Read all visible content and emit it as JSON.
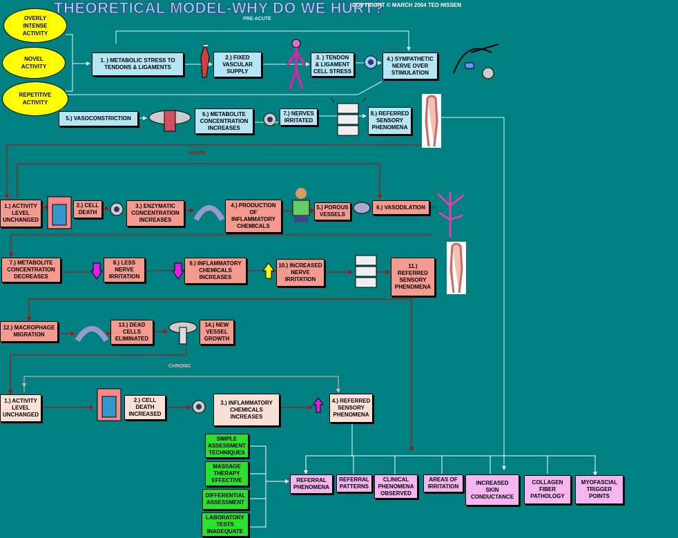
{
  "title": "THEORETICAL MODEL-WHY DO WE HURT?",
  "copyright": "COPYRIGHT © MARCH 2004 TED NISSEN",
  "stages": {
    "preacute": "PRE-ACUTE",
    "acute": "ACUTE",
    "chronic": "CHRONIC"
  },
  "causes": [
    "OVERLY\nINTENSE\nACTIVITY",
    "NOVEL\nACTIVITY",
    "REPETITIVE\nACTIVITY"
  ],
  "preacute": {
    "b1": "1. ) METABOLIC STRESS TO\nTENDONS & LIGAMENTS",
    "b2": "2.) FIXED\nVASCULAR\nSUPPLY",
    "b3": "3. ) TENDON\n& LIGAMENT\nCELL STRESS",
    "b4": "4.) SYMPATHETIC\nNERVE OVER\nSTIMULATION",
    "b5": "5.) VASOCONSTRICTION",
    "b6": "6.) METABOLITE\nCONCENTRATION\nINCREASES",
    "b7": "7.) NERVES\nIRRITATED",
    "b8": "8.) REFERRED\nSENSORY\nPHENOMENA"
  },
  "acute": {
    "b1": "1.) ACTIVITY\nLEVEL\nUNCHANGED",
    "b2": "2.) CELL\nDEATH",
    "b3": "3.) ENZYMATIC\nCONCENTRATION\nINCREASES",
    "b4": "4.) PRODUCTION\nOF\nINFLAMMATORY\nCHEMICALS",
    "b5": "5.) POROUS\nVESSELS",
    "b6": "6.) VASODILATION",
    "b7": "7.) METABOLITE\nCONCENTRATION\nDECREASES",
    "b8": "8.) LESS\nNERVE\nIRRITATION",
    "b9": "9.) INFLAMMATORY\nCHEMICALS\nINCREASES",
    "b10": "10.) INCREASED\nNERVE\nIRRITATION",
    "b11": "11.)\nREFERRED\nSENSORY\nPHENOMENA",
    "b12": "12.) MACROPHAGE\nMIGRATION",
    "b13": "13.) DEAD\nCELLS\nELIMINATED",
    "b14": "14.) NEW\nVESSEL\nGROWTH"
  },
  "chronic": {
    "b1": "1.) ACTIVITY\nLEVEL\nUNCHANGED",
    "b2": "2.) CELL\nDEATH\nINCREASED",
    "b3": "3.) INFLAMMATORY\nCHEMICALS\nINCREASES",
    "b4": "4.) REFERRED\nSENSORY\nPHENOMENA"
  },
  "assessment": {
    "a1": "SIMPLE\nASSESSMENT\nTECHNIQUES",
    "a2": "MASSAGE\nTHERAPY\nEFFECTIVE",
    "a3": "DIFFERENTIAL\nASSESSMENT",
    "a4": "LABORATORY\nTESTS\nINADEQUATE"
  },
  "outcomes": {
    "o1": "REFERRAL\nPHENOMENA",
    "o2": "REFERRAL\nPATTERNS",
    "o3": "CLINICAL\nPHENOMENA\nOBSERVED",
    "o4": "AREAS OF\nIRRITATION",
    "o5": "INCREASED\nSKIN\nCONDUCTANCE",
    "o6": "COLLAGEN\nFIBER\nPATHOLOGY",
    "o7": "MYOFASCIAL\nTRIGGER\nPOINTS"
  },
  "colors": {
    "background": "#008080",
    "preacute": "#b5e6f6",
    "acute": "#f59a8f",
    "chronic": "#fbe0d8",
    "assessment": "#2ee02e",
    "outcome": "#f5b5f0",
    "cause": "#ffff00"
  }
}
